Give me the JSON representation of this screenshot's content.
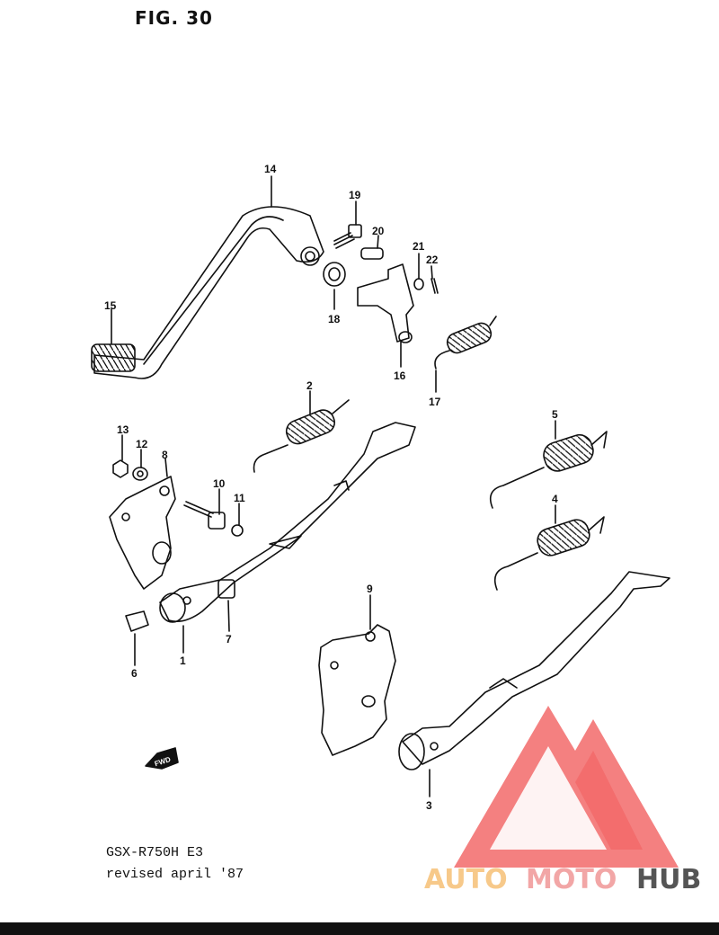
{
  "figure": {
    "title": "FIG. 30",
    "model": "GSX-R750H E3",
    "revision": "revised april '87",
    "fwd_label": "FWD"
  },
  "watermark": {
    "text_part1": "AUTO",
    "text_part2": "MOTO",
    "text_part3": "HUB",
    "colors": {
      "part1": "#f7c98a",
      "part2": "#f2a6a6",
      "part3": "#555555",
      "triangle": "#f26a6a"
    }
  },
  "parts": [
    "1",
    "2",
    "3",
    "4",
    "5",
    "6",
    "7",
    "8",
    "9",
    "10",
    "11",
    "12",
    "13",
    "14",
    "15",
    "16",
    "17",
    "18",
    "19",
    "20",
    "21",
    "22"
  ]
}
